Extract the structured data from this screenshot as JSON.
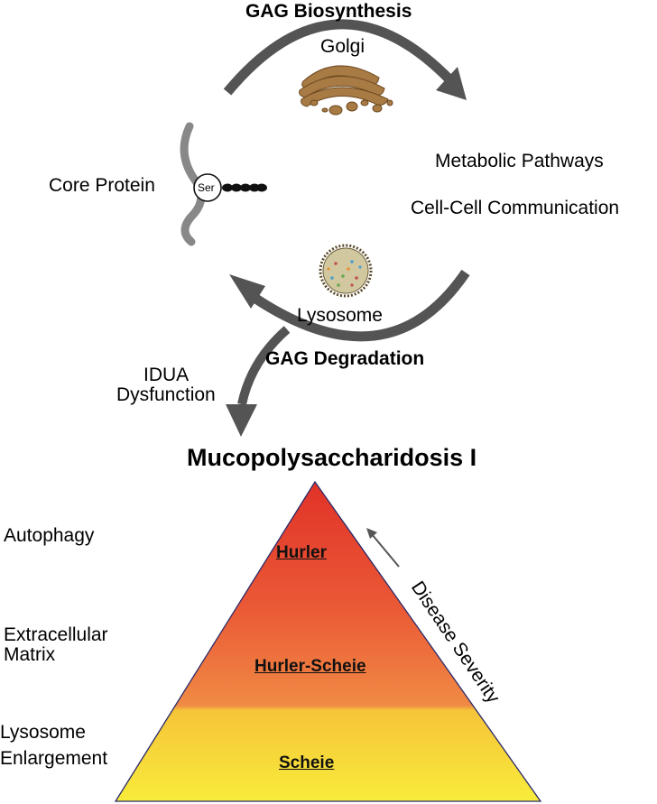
{
  "cycle": {
    "biosynthesis_label": "GAG Biosynthesis",
    "golgi_label": "Golgi",
    "degradation_label": "GAG Degradation",
    "lysosome_label": "Lysosome"
  },
  "core_protein": {
    "label": "Core Protein",
    "serine_label": "Ser"
  },
  "functions": {
    "metabolic": "Metabolic Pathways",
    "cell_comm": "Cell-Cell Communication"
  },
  "idua": {
    "line1": "IDUA",
    "line2": "Dysfunction"
  },
  "disease": {
    "title": "Mucopolysaccharidosis I",
    "tiers": [
      "Hurler",
      "Hurler-Scheie",
      "Scheie"
    ],
    "severity_label": "Disease Severity"
  },
  "cellular": {
    "autophagy": "Autophagy",
    "ecm_line1": "Extracellular",
    "ecm_line2": "Matrix",
    "lyso_line1": "Lysosome",
    "lyso_line2": "Enlargement"
  },
  "colors": {
    "arrow": "#545454",
    "triangle_top": "#e23a2a",
    "triangle_mid": "#f07a3a",
    "triangle_bottom": "#f7e33a",
    "golgi": "#a87a44",
    "lysosome_fill": "#d2c8a0"
  }
}
